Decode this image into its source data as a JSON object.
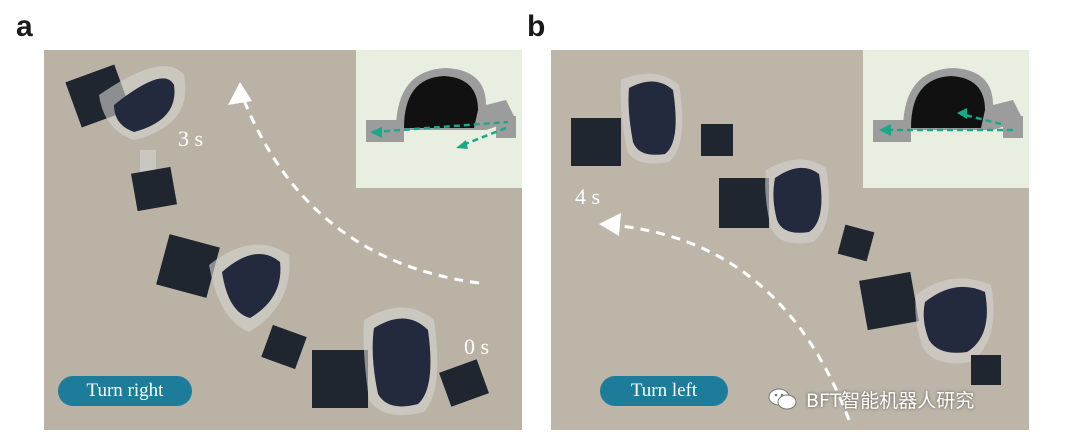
{
  "panels": [
    {
      "letter": "a",
      "time_end": "3 s",
      "time_start": "0 s",
      "label": "Turn right"
    },
    {
      "letter": "b",
      "time_end": "4 s",
      "label": "Turn left"
    }
  ],
  "watermark": {
    "text": "BFT智能机器人研究",
    "icon": "wechat-icon"
  },
  "colors": {
    "background": "#b9b2a4",
    "label_pill": "#1c7c99",
    "inset_bg": "#e8efe0",
    "arrow": "#1aa88a"
  }
}
